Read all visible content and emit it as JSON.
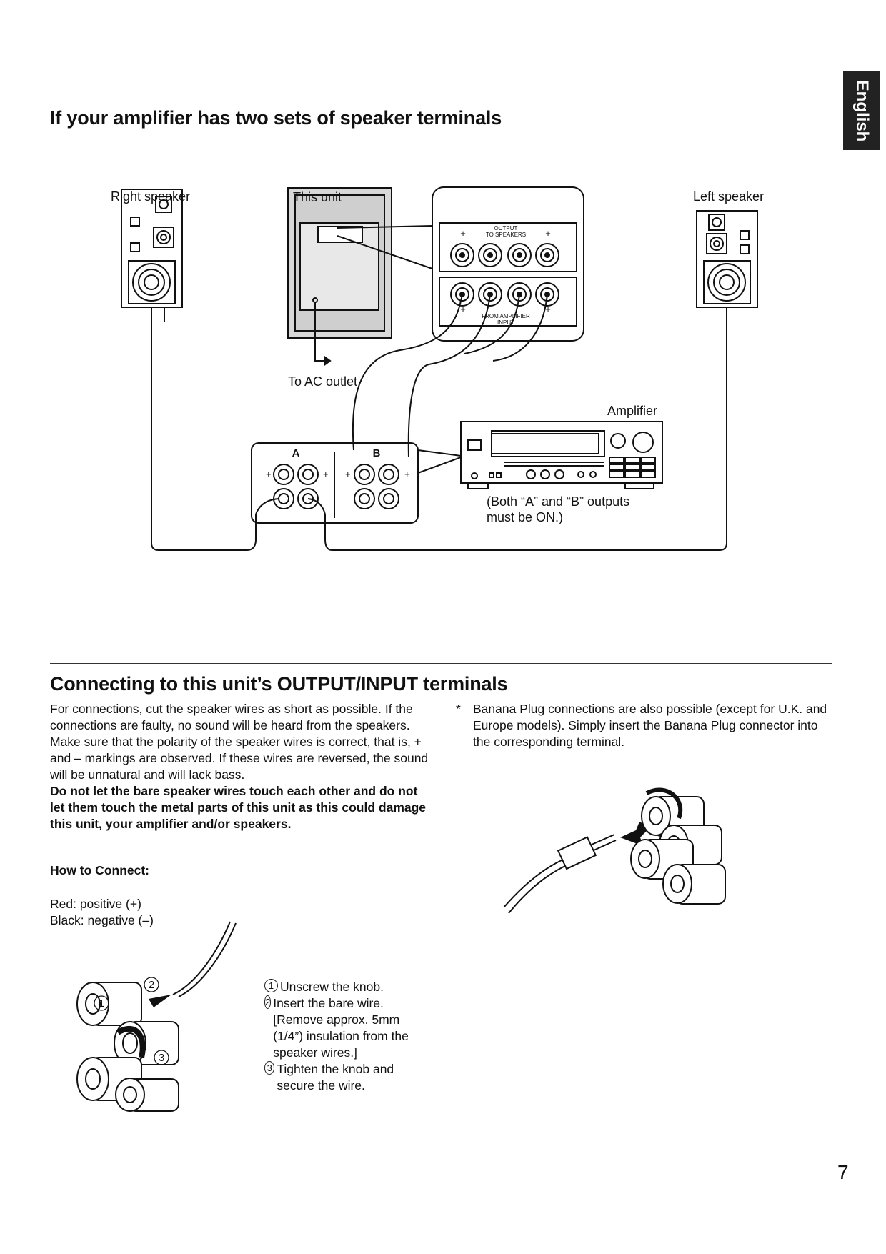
{
  "language_tab": "English",
  "section1": {
    "title": "If your amplifier has two sets of speaker terminals",
    "labels": {
      "right_speaker": "Right speaker",
      "this_unit": "This unit",
      "left_speaker": "Left speaker",
      "ac_outlet": "To AC outlet",
      "amplifier": "Amplifier",
      "note_line1": "(Both “A” and “B” outputs",
      "note_line2": "must be ON.)",
      "terminal_a": "A",
      "terminal_b": "B",
      "output_label": "OUTPUT",
      "to_speakers": "TO SPEAKERS",
      "from_amplifier": "FROM AMPLIFIER",
      "input_label": "INPUT"
    }
  },
  "section2": {
    "title": "Connecting to this unit’s OUTPUT/INPUT terminals",
    "paragraph": "For connections, cut the speaker wires as short as possible.  If the connections are faulty, no sound will be heard from the speakers.  Make sure that the polarity of the speaker wires is correct, that is, + and – markings are observed.  If these wires are reversed, the sound will be unnatural and will lack bass.",
    "warning": "Do not let the bare speaker wires touch each other and do not let them touch the metal parts of this unit as this could damage this unit, your amplifier and/or speakers.",
    "banana_star": "*",
    "banana_note": "Banana Plug connections are also possible (except for U.K. and Europe models).  Simply insert the Banana Plug connector into the corresponding terminal.",
    "how_to_title": "How to Connect:",
    "red": "Red: positive (+)",
    "black": "Black: negative (–)",
    "steps": [
      {
        "num": "1",
        "text": "Unscrew the knob."
      },
      {
        "num": "2",
        "text": "Insert the bare wire. [Remove approx. 5mm (1/4”) insulation from the speaker wires.]"
      },
      {
        "num": "3",
        "text": "Tighten the knob and secure the wire."
      }
    ]
  },
  "page_number": "7"
}
